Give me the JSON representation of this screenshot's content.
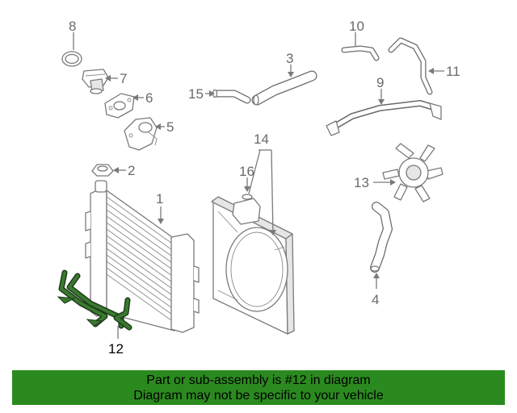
{
  "callouts": {
    "c1": "1",
    "c2": "2",
    "c3": "3",
    "c4": "4",
    "c5": "5",
    "c6": "6",
    "c7": "7",
    "c8": "8",
    "c9": "9",
    "c10": "10",
    "c11": "11",
    "c12": "12",
    "c13": "13",
    "c14": "14",
    "c15": "15",
    "c16": "16"
  },
  "highlight_color": "#2b8a1f",
  "banner": {
    "line1": "Part or sub-assembly is #12 in diagram",
    "line2": "Diagram may not be specific to your vehicle"
  }
}
